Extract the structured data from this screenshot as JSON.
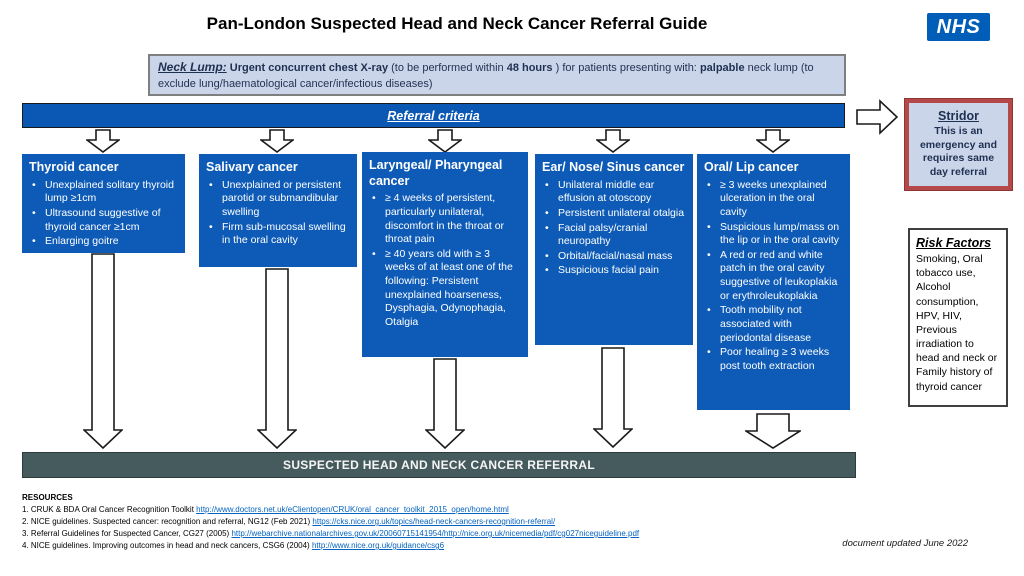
{
  "page": {
    "title": "Pan-London Suspected Head and Neck Cancer Referral Guide",
    "footer_note": "document updated June 2022"
  },
  "nhs_logo_text": "NHS",
  "neck_lump": {
    "label": "Neck Lump:",
    "seg_bold_1": "Urgent concurrent chest X-ray",
    "seg_2": "(to be performed within",
    "seg_bold_3": "48 hours",
    "seg_4": ") for patients presenting with:",
    "seg_bold_5": "palpable",
    "seg_6": "neck lump  (to exclude lung/haematological cancer/infectious diseases)"
  },
  "referral_bar": {
    "label": "Referral criteria"
  },
  "stridor": {
    "title": "Stridor",
    "body": "This is an emergency and requires same day referral"
  },
  "risk_factors": {
    "title": "Risk Factors",
    "body": "Smoking, Oral tobacco use, Alcohol consumption, HPV, HIV, Previous irradiation to head and neck or Family history of thyroid cancer"
  },
  "boxes": [
    {
      "title": "Thyroid cancer",
      "bullets": [
        "Unexplained solitary thyroid lump ≥1cm",
        "Ultrasound suggestive of thyroid cancer ≥1cm",
        "Enlarging goitre"
      ]
    },
    {
      "title": "Salivary cancer",
      "bullets": [
        "Unexplained or persistent parotid or submandibular swelling",
        "Firm sub-mucosal swelling in the oral cavity"
      ]
    },
    {
      "title": "Laryngeal/ Pharyngeal cancer",
      "bullets": [
        "≥ 4 weeks of persistent, particularly unilateral, discomfort in the throat or throat pain",
        "≥ 40 years old with ≥ 3 weeks of at least one of the following: Persistent unexplained hoarseness, Dysphagia, Odynophagia, Otalgia"
      ]
    },
    {
      "title": "Ear/ Nose/ Sinus cancer",
      "bullets": [
        "Unilateral middle ear effusion at otoscopy",
        "Persistent unilateral otalgia",
        "Facial palsy/cranial neuropathy",
        "Orbital/facial/nasal mass",
        "Suspicious facial pain"
      ]
    },
    {
      "title": "Oral/ Lip cancer",
      "bullets": [
        "≥ 3 weeks unexplained ulceration in the oral cavity",
        "Suspicious lump/mass on the lip or in the oral cavity",
        "A red or red and white patch in the oral cavity suggestive of leukoplakia or erythroleukoplakia",
        "Tooth mobility not associated with periodontal disease",
        "Poor healing ≥ 3 weeks post tooth extraction"
      ]
    }
  ],
  "bottom_bar": {
    "label": "SUSPECTED HEAD AND NECK CANCER REFERRAL"
  },
  "resources": {
    "heading": "RESOURCES",
    "items": [
      {
        "prefix": "1. CRUK & BDA Oral Cancer Recognition Toolkit ",
        "link": "http://www.doctors.net.uk/eClientopen/CRUK/oral_cancer_toolkit_2015_open/home.html"
      },
      {
        "prefix": "2. NICE guidelines. Suspected cancer: recognition and referral, NG12 (Feb 2021) ",
        "link": "https://cks.nice.org.uk/topics/head-neck-cancers-recognition-referral/"
      },
      {
        "prefix": "3. Referral Guidelines for Suspected Cancer, CG27 (2005) ",
        "link": "http://webarchive.nationalarchives.gov.uk/20060715141954/http://nice.org.uk/nicemedia/pdf/cg027niceguideline.pdf"
      },
      {
        "prefix": "4. NICE guidelines. Improving outcomes in head and neck cancers, CSG6 (2004) ",
        "link": "http://www.nice.org.uk/guidance/csg6"
      }
    ]
  },
  "colors": {
    "box_blue": "#0E5BB7",
    "bar_blue": "#0A57B4",
    "nhs_blue": "#005EB8",
    "bottom_bar": "#465B5D",
    "panel_bg": "#CBD5EA",
    "stridor_border": "#B54848",
    "link_blue": "#0563C1"
  }
}
